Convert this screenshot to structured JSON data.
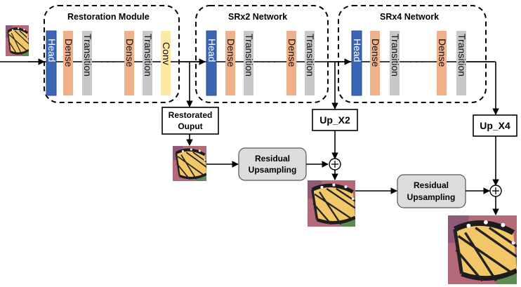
{
  "modules": {
    "restoration": "Restoration Module",
    "srx2": "SRx2 Network",
    "srx4": "SRx4 Network"
  },
  "blocks": {
    "head": "Head",
    "dense": "Dense",
    "transition": "Transition",
    "conv": "Conv",
    "ellipsis": "· · ·"
  },
  "outputs": {
    "restorated_line1": "Restorated",
    "restorated_line2": "Ouput",
    "up_x2": "Up_X2",
    "up_x4": "Up_X4"
  },
  "residual": {
    "line1": "Residual",
    "line2": "Upsampling"
  },
  "colors": {
    "head": "#3b66b4",
    "dense": "#f0b08a",
    "transition": "#c8c8c8",
    "conv": "#fde8a4",
    "residual_box": "#dcdcdc"
  },
  "images": [
    "butterfly-input",
    "butterfly-restored",
    "butterfly-x2",
    "butterfly-x4"
  ]
}
